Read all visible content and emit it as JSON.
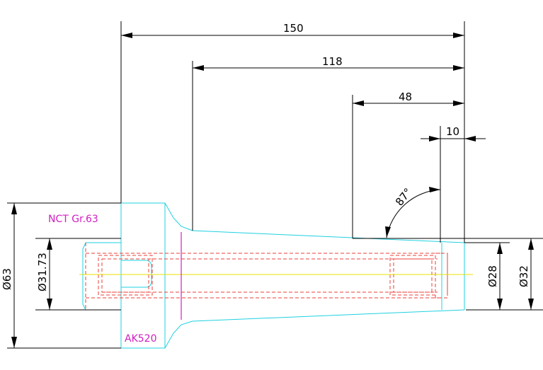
{
  "dimensions": {
    "overall_length": "150",
    "taper_length": "118",
    "bore_depth": "48",
    "tip_length": "10",
    "angle": "87°",
    "flange_diameter": "Ø63",
    "bore_diameter": "Ø31.73",
    "tip_bore_diameter": "Ø28",
    "tip_diameter": "Ø32"
  },
  "labels": {
    "material": "NCT Gr.63",
    "part_code": "AK520"
  },
  "colors": {
    "outline": "#1fd0e0",
    "hidden": "#e8403a",
    "center_axis": "#e8e000",
    "label": "#d020c0",
    "dimension": "#000000"
  }
}
